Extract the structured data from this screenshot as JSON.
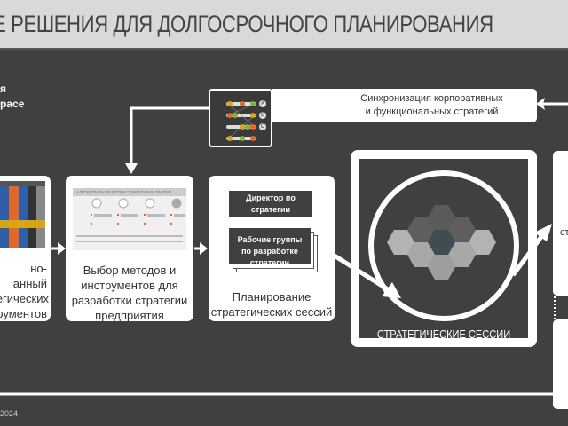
{
  "header": {
    "title": "Е РЕШЕНИЯ ДЛЯ ДОЛГОСРОЧНОГО ПЛАНИРОВАНИЯ"
  },
  "left_caption": {
    "line1": "я",
    "line2": "pace"
  },
  "sync": {
    "line1": "Синхронизация корпоративных",
    "line2": "и функциональных стратегий",
    "markers": [
      "A",
      "B",
      "C"
    ]
  },
  "steps": [
    {
      "lines": [
        "но-",
        "анный",
        "тегических",
        "рументов"
      ]
    },
    {
      "lines": [
        "Выбор методов и",
        "инструментов для",
        "разработки стратегии",
        "предприятия"
      ],
      "thumb_title": "АЛГОРИТМ РАЗРАБОТКИ СТРАТЕГИИ РАЗВИТИЯ"
    },
    {
      "lines": [
        "Планирование",
        "стратегических  сессий"
      ],
      "director": "Директор по стратегии",
      "groups": "Рабочие группы по разработке стратегии"
    }
  ],
  "sessions": {
    "label": "СТРАТЕГИЧЕСКИЕ СЕССИИ"
  },
  "right_box": {
    "partial": "ст"
  },
  "footer": {
    "year": "2024"
  },
  "colors": {
    "bg": "#404040",
    "header": "#d9d9d9",
    "orange": "#e0682a",
    "yellow": "#d9a514",
    "green": "#7cb342",
    "blue": "#2f5fa8"
  }
}
